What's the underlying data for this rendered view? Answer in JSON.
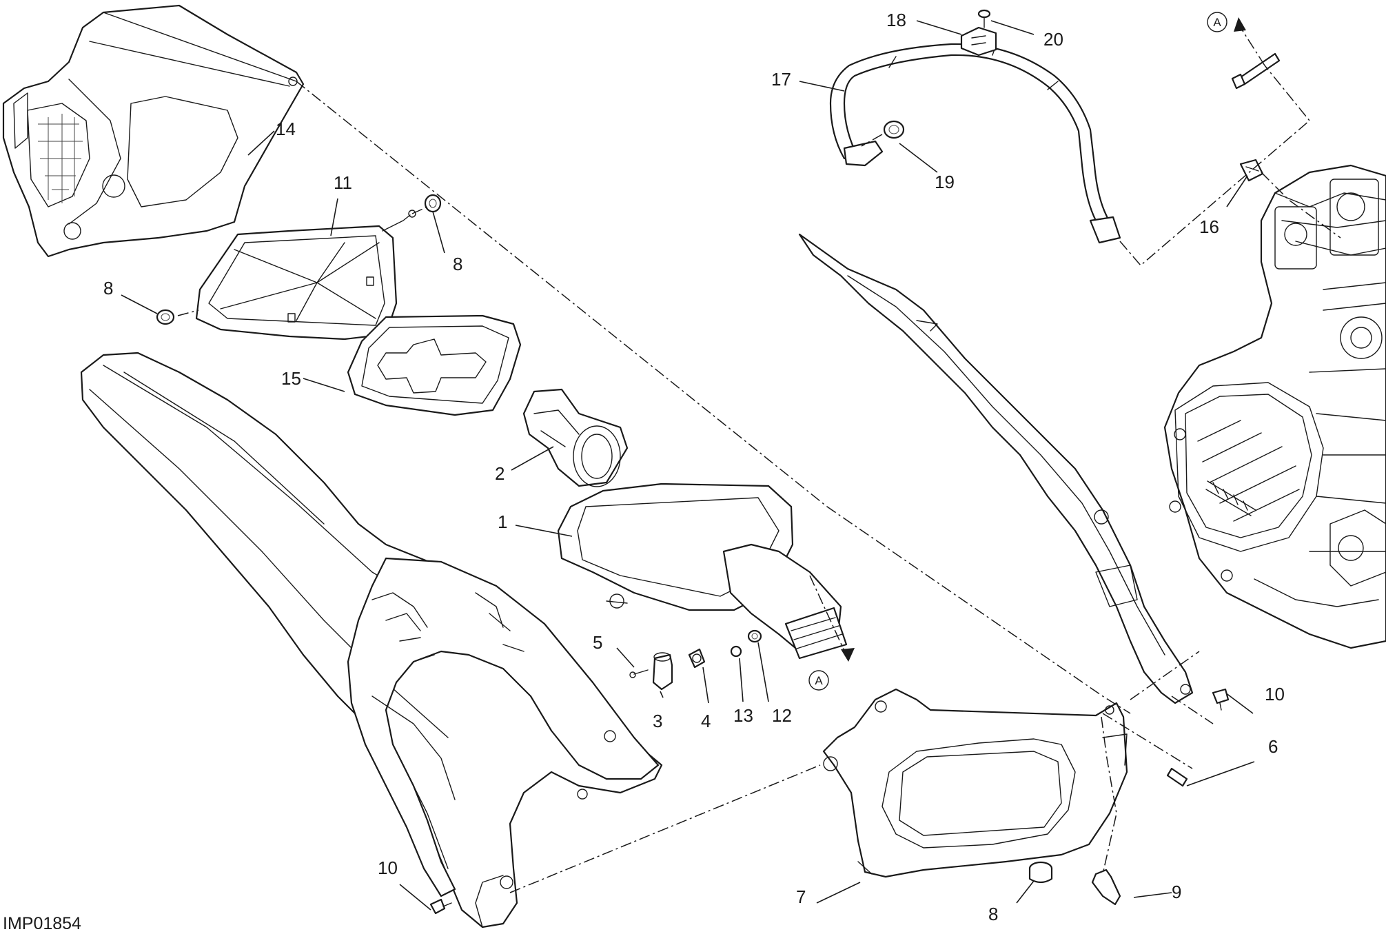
{
  "drawing_code": "IMP01854",
  "connector_ref": "A",
  "callouts": {
    "c1": "1",
    "c2": "2",
    "c3": "3",
    "c4": "4",
    "c5": "5",
    "c6": "6",
    "c7": "7",
    "c8a": "8",
    "c8b": "8",
    "c8c": "8",
    "c9": "9",
    "c10a": "10",
    "c10b": "10",
    "c11": "11",
    "c12": "12",
    "c13": "13",
    "c14": "14",
    "c15": "15",
    "c16": "16",
    "c17": "17",
    "c18": "18",
    "c19": "19",
    "c20": "20"
  }
}
